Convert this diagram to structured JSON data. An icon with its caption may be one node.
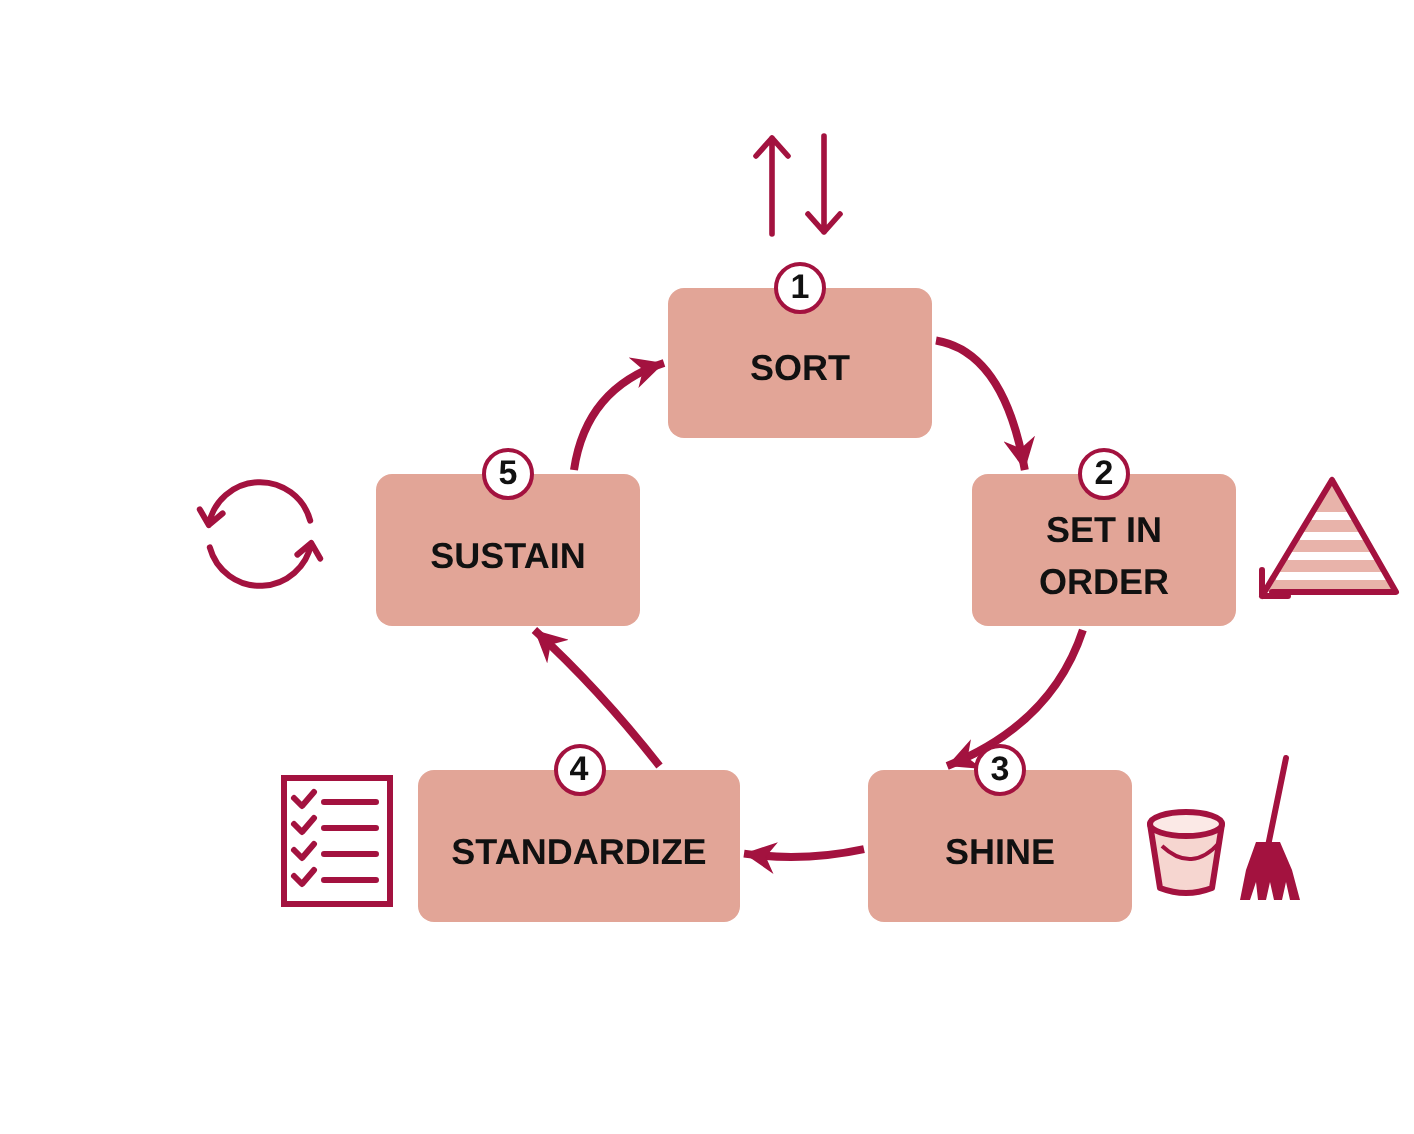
{
  "diagram": {
    "nodes": [
      {
        "text": [
          "1",
          "SORT"
        ]
      },
      {
        "text": [
          "2",
          "SET IN ORDER"
        ]
      },
      {
        "text": [
          "3",
          "SHINE"
        ]
      },
      {
        "text": [
          "4",
          "STANDARDIZE"
        ]
      },
      {
        "text": [
          "5",
          "SUSTAIN"
        ]
      }
    ],
    "edges": [
      {
        "from": 0,
        "to": 1,
        "arrow": "to"
      },
      {
        "from": 1,
        "to": 2,
        "arrow": "to"
      },
      {
        "from": 2,
        "to": 3,
        "arrow": "to"
      },
      {
        "from": 3,
        "to": 4,
        "arrow": "to"
      },
      {
        "from": 4,
        "to": 0,
        "arrow": "to"
      }
    ]
  }
}
